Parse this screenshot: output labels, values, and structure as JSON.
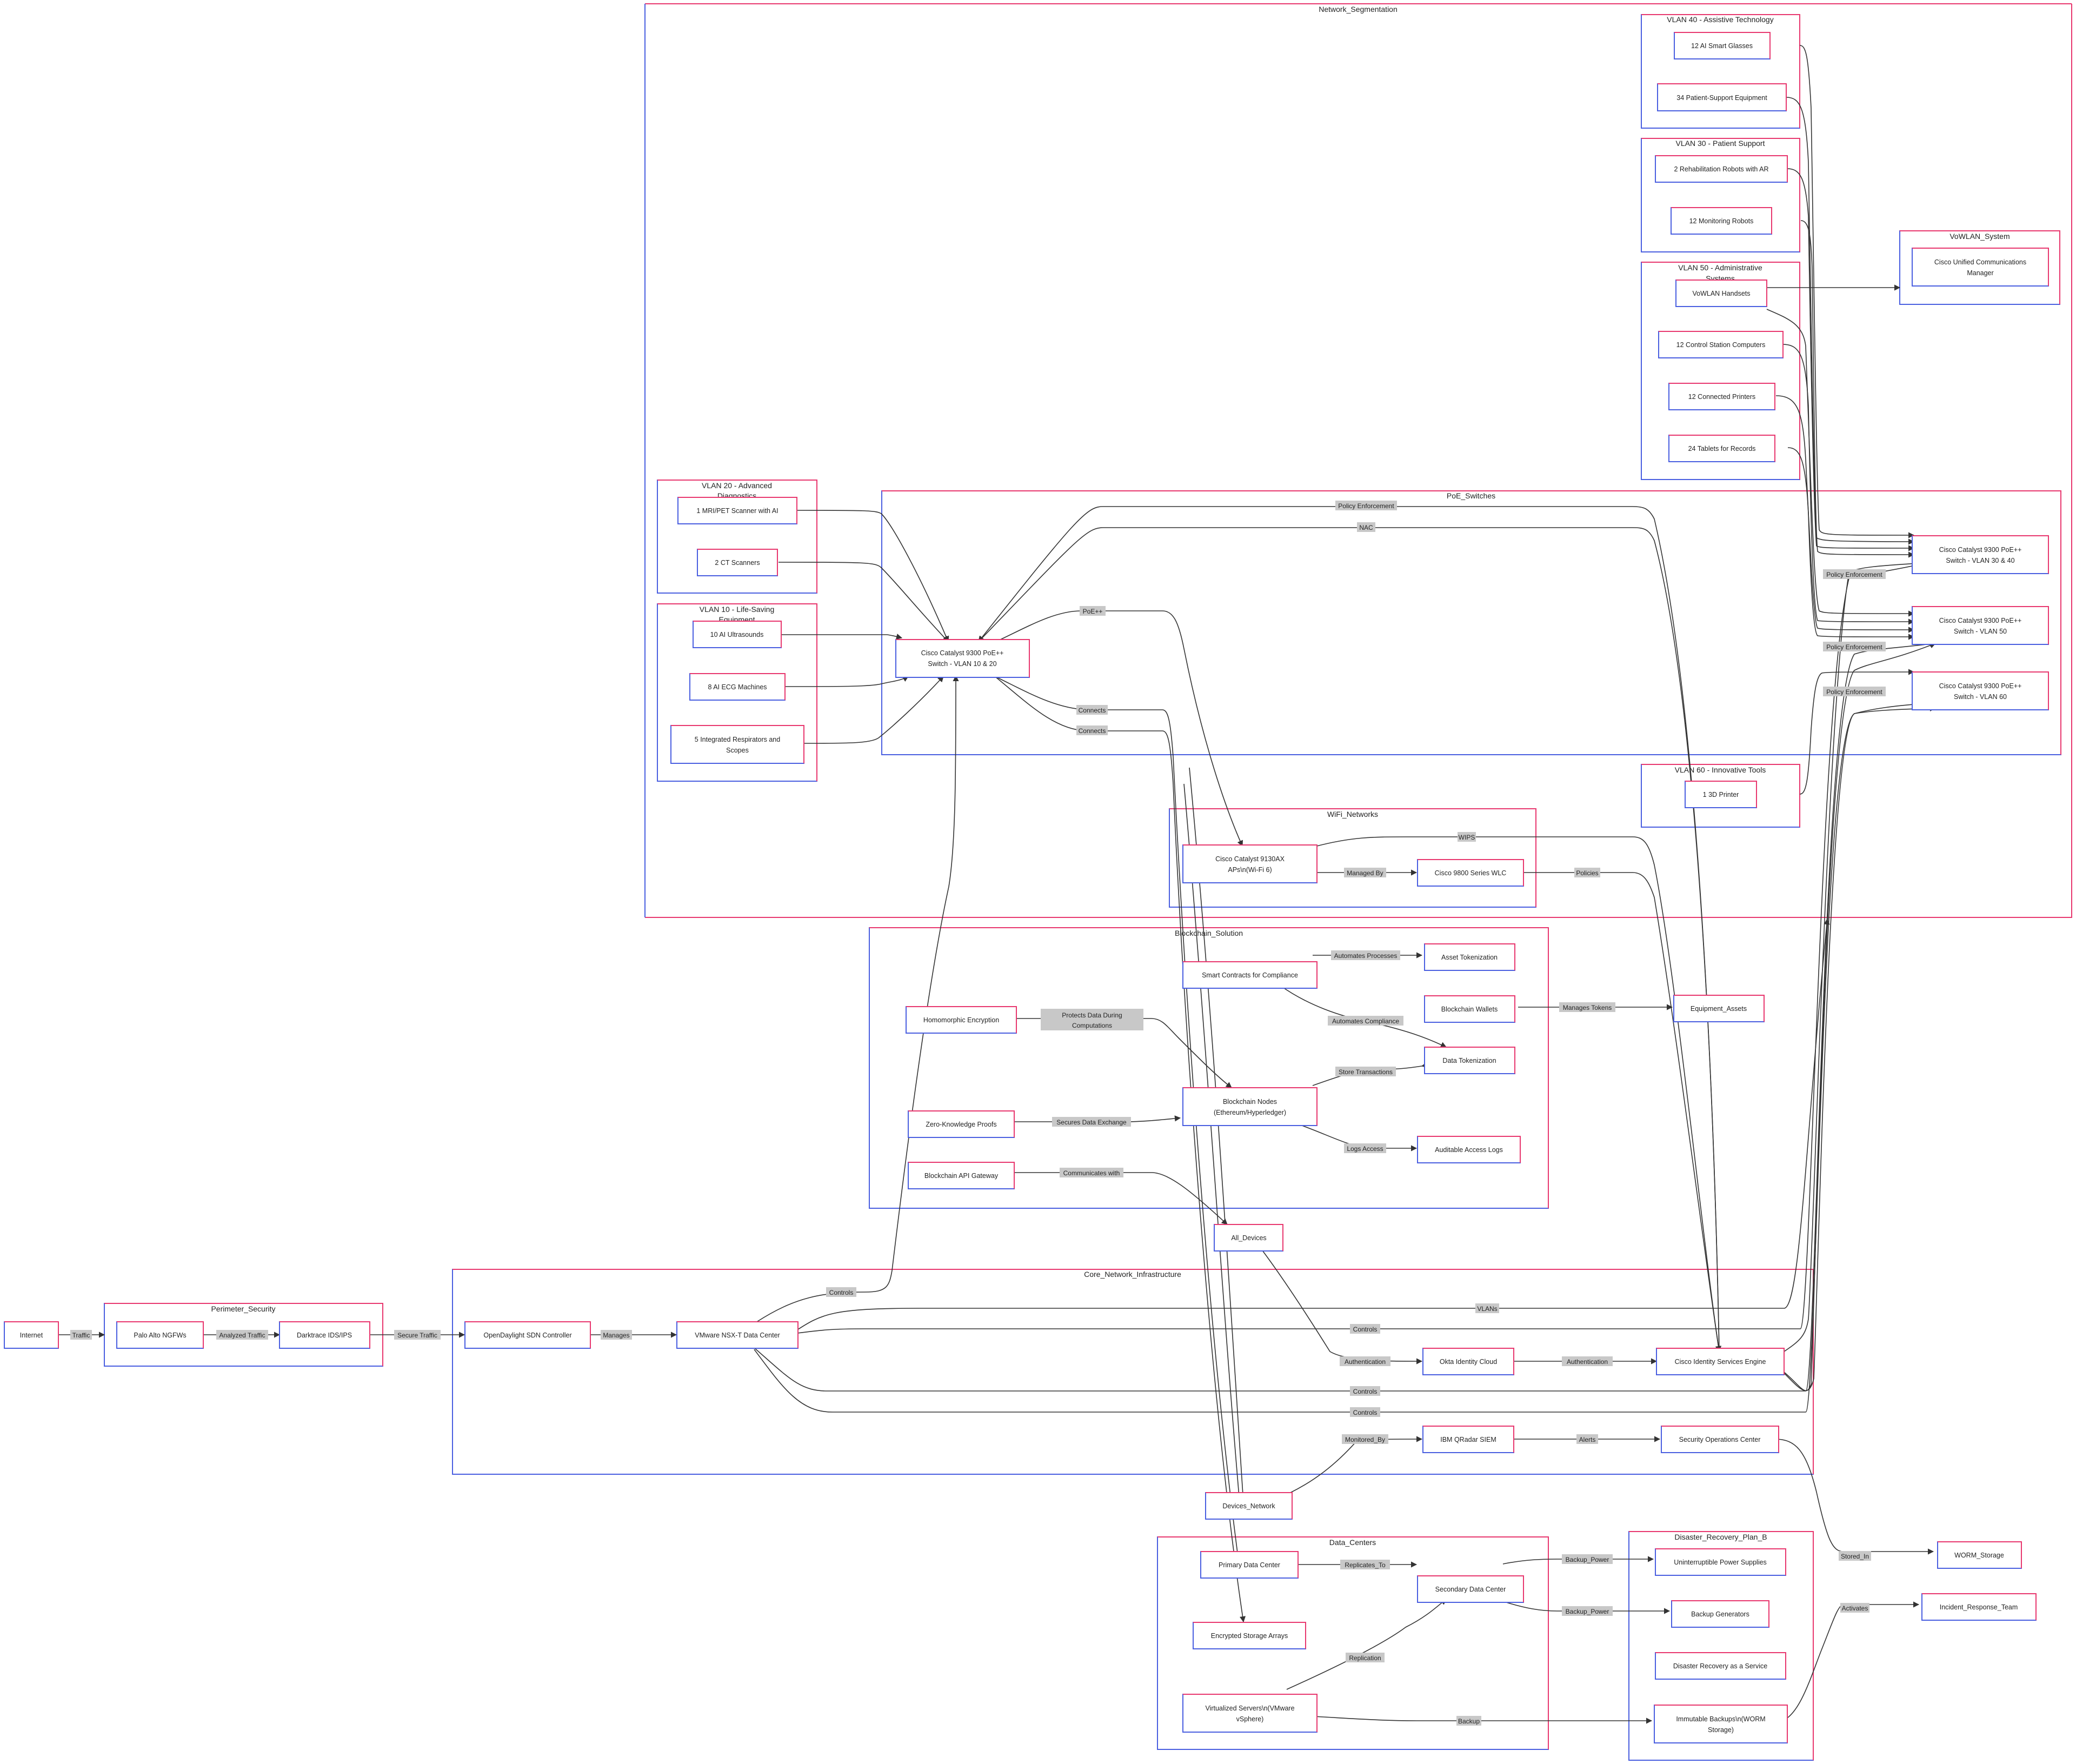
{
  "colors": {
    "border_blue": "#4a5fe0",
    "border_pink": "#e8386f",
    "edge": "#333333",
    "label_bg": "#c8c8c8",
    "text": "#222222"
  },
  "clusters": {
    "network_segmentation": "Network_Segmentation",
    "vlan40": "VLAN 40 - Assistive Technology",
    "vlan30": "VLAN 30 - Patient Support",
    "vlan50_line1": "VLAN 50 - Administrative",
    "vlan50_line2": "Systems",
    "vowlan_system": "VoWLAN_System",
    "vlan20_line1": "VLAN 20 - Advanced",
    "vlan20_line2": "Diagnostics",
    "vlan10_line1": "VLAN 10 - Life-Saving",
    "vlan10_line2": "Equipment",
    "poe_switches": "PoE_Switches",
    "vlan60": "VLAN 60 - Innovative Tools",
    "wifi_networks": "WiFi_Networks",
    "blockchain_solution": "Blockchain_Solution",
    "perimeter_security": "Perimeter_Security",
    "core_network": "Core_Network_Infrastructure",
    "data_centers": "Data_Centers",
    "disaster_recovery": "Disaster_Recovery_Plan_B"
  },
  "nodes": {
    "smart_glasses": "12 AI Smart Glasses",
    "patient_support_equipment": "34 Patient-Support Equipment",
    "rehab_robots": "2 Rehabilitation Robots with AR",
    "monitoring_robots": "12 Monitoring Robots",
    "vowlan_handsets": "VoWLAN Handsets",
    "control_station_computers": "12 Control Station Computers",
    "connected_printers": "12 Connected Printers",
    "tablets_records": "24 Tablets for Records",
    "cucm_line1": "Cisco Unified Communications",
    "cucm_line2": "Manager",
    "mri_pet": "1 MRI/PET Scanner with AI",
    "ct_scanners": "2 CT Scanners",
    "ultrasounds": "10 AI Ultrasounds",
    "ecg_machines": "8 AI ECG Machines",
    "respirators_line1": "5 Integrated Respirators and",
    "respirators_line2": "Scopes",
    "switch_10_20_line1": "Cisco Catalyst 9300 PoE++",
    "switch_10_20_line2": "Switch - VLAN 10 & 20",
    "switch_30_40_line1": "Cisco Catalyst 9300 PoE++",
    "switch_30_40_line2": "Switch - VLAN 30 & 40",
    "switch_50_line1": "Cisco Catalyst 9300 PoE++",
    "switch_50_line2": "Switch - VLAN 50",
    "switch_60_line1": "Cisco Catalyst 9300 PoE++",
    "switch_60_line2": "Switch - VLAN 60",
    "printer_3d": "1 3D Printer",
    "ap_9130_line1": "Cisco Catalyst 9130AX",
    "ap_9130_line2": "APs\\n(Wi-Fi 6)",
    "wlc_9800": "Cisco 9800 Series WLC",
    "smart_contracts": "Smart Contracts for Compliance",
    "asset_tokenization": "Asset Tokenization",
    "blockchain_wallets": "Blockchain Wallets",
    "equipment_assets": "Equipment_Assets",
    "homomorphic": "Homomorphic Encryption",
    "data_tokenization": "Data Tokenization",
    "blockchain_nodes_line1": "Blockchain Nodes",
    "blockchain_nodes_line2": "(Ethereum/Hyperledger)",
    "zkp": "Zero-Knowledge Proofs",
    "audit_logs": "Auditable Access Logs",
    "blockchain_api": "Blockchain API Gateway",
    "all_devices": "All_Devices",
    "internet": "Internet",
    "palo_alto": "Palo Alto NGFWs",
    "darktrace": "Darktrace IDS/IPS",
    "opendaylight": "OpenDaylight SDN Controller",
    "nsx_t": "VMware NSX-T Data Center",
    "okta": "Okta Identity Cloud",
    "ise": "Cisco Identity Services Engine",
    "qradar": "IBM QRadar SIEM",
    "soc": "Security Operations Center",
    "devices_network": "Devices_Network",
    "primary_dc": "Primary Data Center",
    "secondary_dc": "Secondary Data Center",
    "storage_arrays": "Encrypted Storage Arrays",
    "virtual_servers_line1": "Virtualized Servers\\n(VMware",
    "virtual_servers_line2": "vSphere)",
    "ups": "Uninterruptible Power Supplies",
    "generators": "Backup Generators",
    "draas": "Disaster Recovery as a Service",
    "immutable_line1": "Immutable Backups\\n(WORM",
    "immutable_line2": "Storage)",
    "worm_storage": "WORM_Storage",
    "incident_team": "Incident_Response_Team"
  },
  "edge_labels": {
    "policy_enforcement": "Policy Enforcement",
    "nac": "NAC",
    "poe": "PoE++",
    "connects": "Connects",
    "wips": "WIPS",
    "managed_by": "Managed By",
    "policies": "Policies",
    "automates_processes": "Automates Processes",
    "automates_compliance": "Automates Compliance",
    "manages_tokens": "Manages Tokens",
    "protects_line1": "Protects Data During",
    "protects_line2": "Computations",
    "store_transactions": "Store Transactions",
    "secures_exchange": "Secures Data Exchange",
    "logs_access": "Logs Access",
    "communicates_with": "Communicates with",
    "traffic": "Traffic",
    "analyzed_traffic": "Analyzed Traffic",
    "secure_traffic": "Secure Traffic",
    "manages": "Manages",
    "controls": "Controls",
    "vlans": "VLANs",
    "authentication": "Authentication",
    "monitored_by": "Monitored_By",
    "alerts": "Alerts",
    "replicates_to": "Replicates_To",
    "backup_power": "Backup_Power",
    "replication": "Replication",
    "backup": "Backup",
    "stored_in": "Stored_In",
    "activates": "Activates"
  }
}
